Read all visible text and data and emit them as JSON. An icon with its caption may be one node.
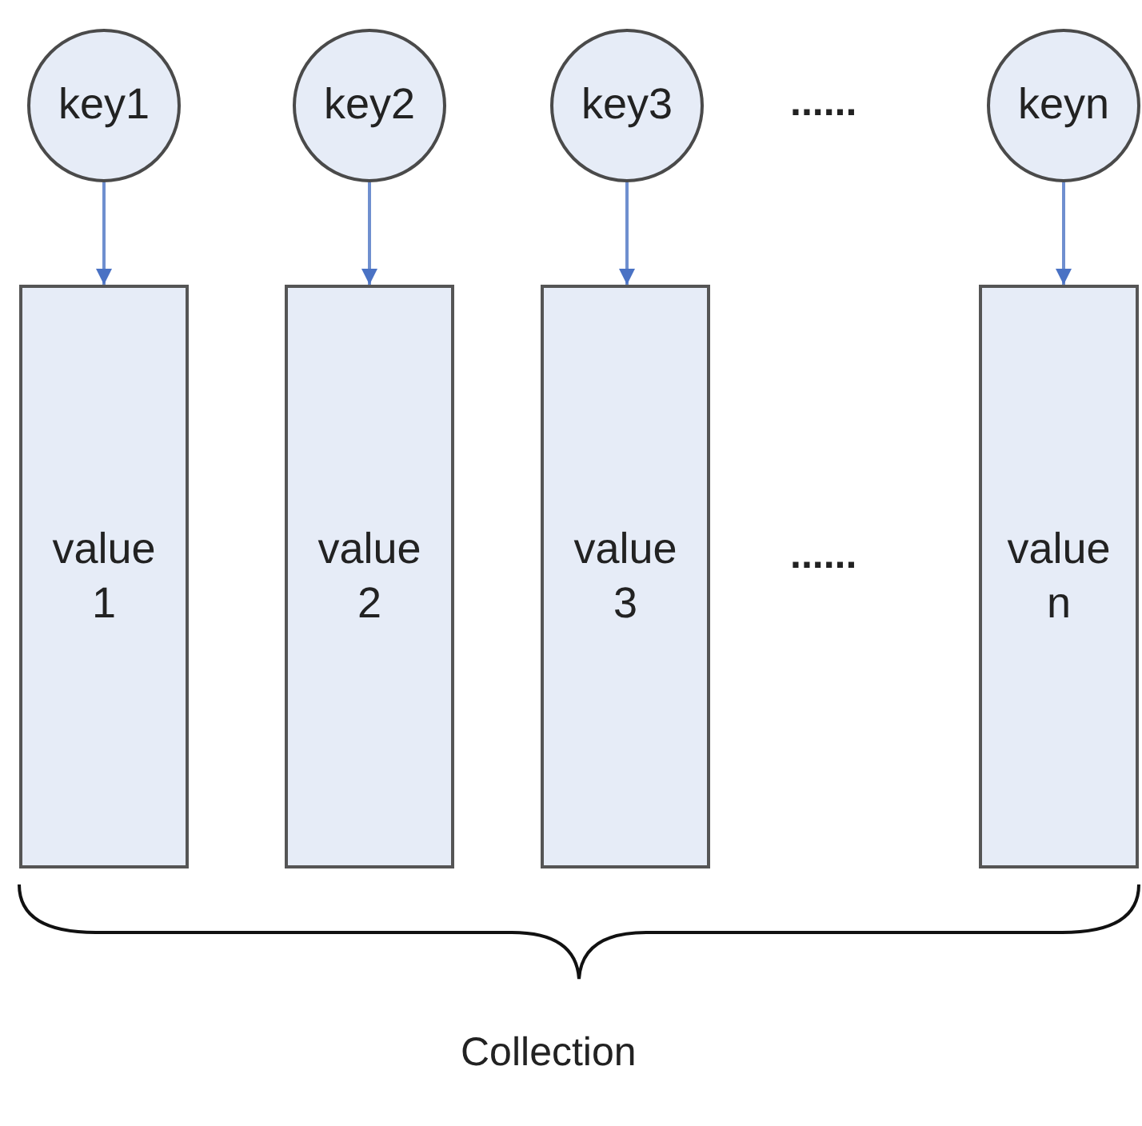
{
  "diagram": {
    "nodes": [
      {
        "text": [
          "key1"
        ]
      },
      {
        "text": [
          "key2"
        ]
      },
      {
        "text": [
          "key3"
        ]
      },
      {
        "text": [
          "keyn"
        ]
      },
      {
        "text": [
          "value 1"
        ]
      },
      {
        "text": [
          "value 2"
        ]
      },
      {
        "text": [
          "value 3"
        ]
      },
      {
        "text": [
          "value n"
        ]
      }
    ],
    "edges": [
      {
        "from": 0,
        "to": 4,
        "arrow": "to"
      },
      {
        "from": 1,
        "to": 5,
        "arrow": "to"
      },
      {
        "from": 2,
        "to": 6,
        "arrow": "to"
      },
      {
        "from": 3,
        "to": 7,
        "arrow": "to"
      }
    ],
    "labels": [
      "......",
      "......",
      "Collection"
    ]
  }
}
